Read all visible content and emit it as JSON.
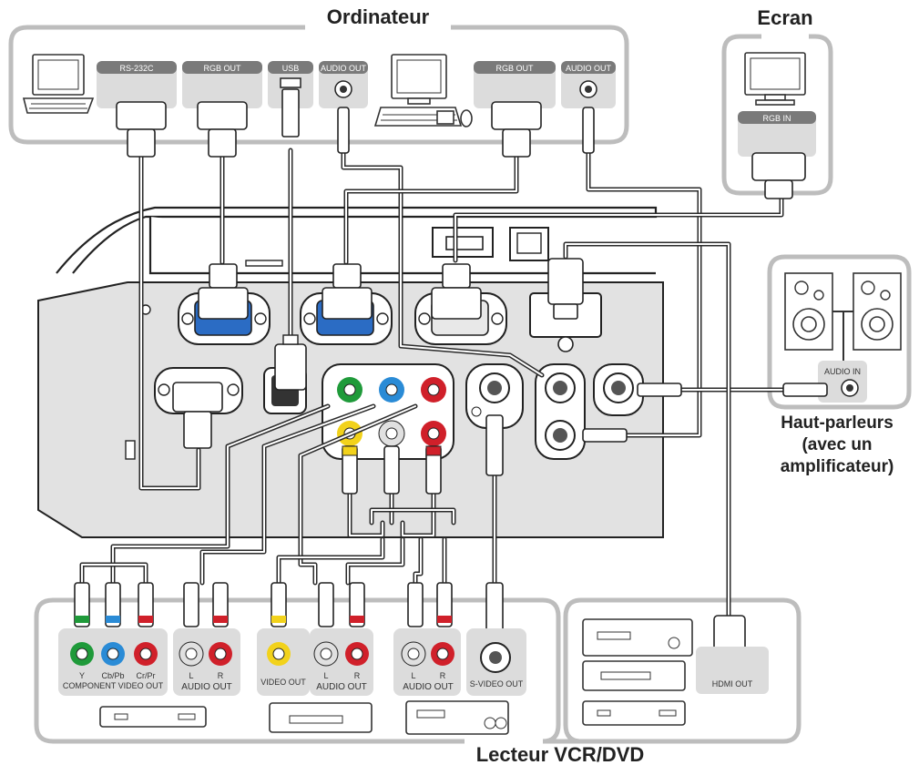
{
  "titles": {
    "computer": "Ordinateur",
    "screen": "Ecran",
    "speakers_line1": "Haut-parleurs",
    "speakers_line2": "(avec un",
    "speakers_line3": "amplificateur)",
    "players": "Lecteur VCR/DVD"
  },
  "computer_ports": {
    "rs232c": "RS-232C",
    "rgb_out_1": "RGB OUT",
    "usb": "USB",
    "audio_out_1": "AUDIO OUT",
    "rgb_out_2": "RGB OUT",
    "audio_out_2": "AUDIO OUT"
  },
  "screen_ports": {
    "rgb_in": "RGB IN"
  },
  "speaker_ports": {
    "audio_in": "AUDIO IN"
  },
  "player_ports": {
    "y": "Y",
    "cb_pb": "Cb/Pb",
    "cr_pr": "Cr/Pr",
    "component_video_out": "COMPONENT VIDEO OUT",
    "l": "L",
    "r": "R",
    "audio_out": "AUDIO OUT",
    "video_out": "VIDEO OUT",
    "s_video_out": "S-VIDEO OUT",
    "hdmi_out": "HDMI OUT"
  },
  "colors": {
    "group_border": "#bdbdbd",
    "panel": "#dcdcdc",
    "port_blue": "#2b6cc4",
    "green": "#1f9a3a",
    "blue": "#2a8bd6",
    "red": "#d0202a",
    "yellow": "#f2d21b",
    "white": "#ffffff"
  }
}
